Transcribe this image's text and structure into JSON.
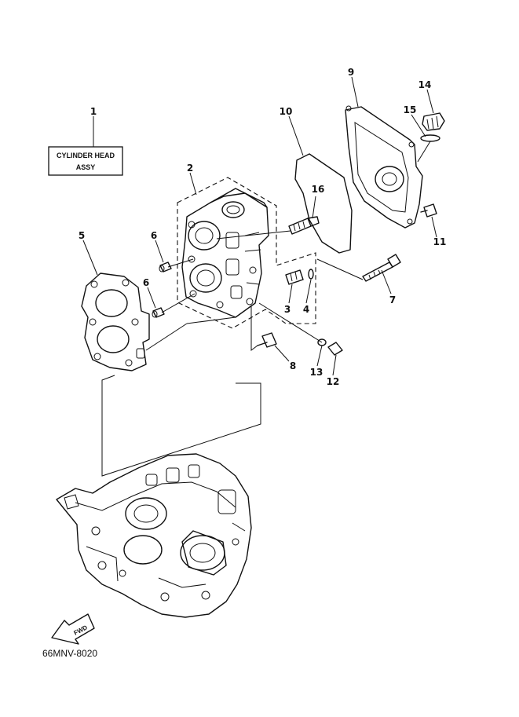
{
  "diagram": {
    "assembly_box": {
      "line1": "CYLINDER HEAD",
      "line2": "ASSY"
    },
    "callouts": {
      "c1": "1",
      "c2": "2",
      "c3": "3",
      "c4": "4",
      "c5": "5",
      "c6a": "6",
      "c6b": "6",
      "c7": "7",
      "c8": "8",
      "c9": "9",
      "c10": "10",
      "c11": "11",
      "c12": "12",
      "c13": "13",
      "c14": "14",
      "c15": "15",
      "c16": "16"
    },
    "direction_label": "FWD",
    "diagram_code": "66MNV-8020"
  }
}
